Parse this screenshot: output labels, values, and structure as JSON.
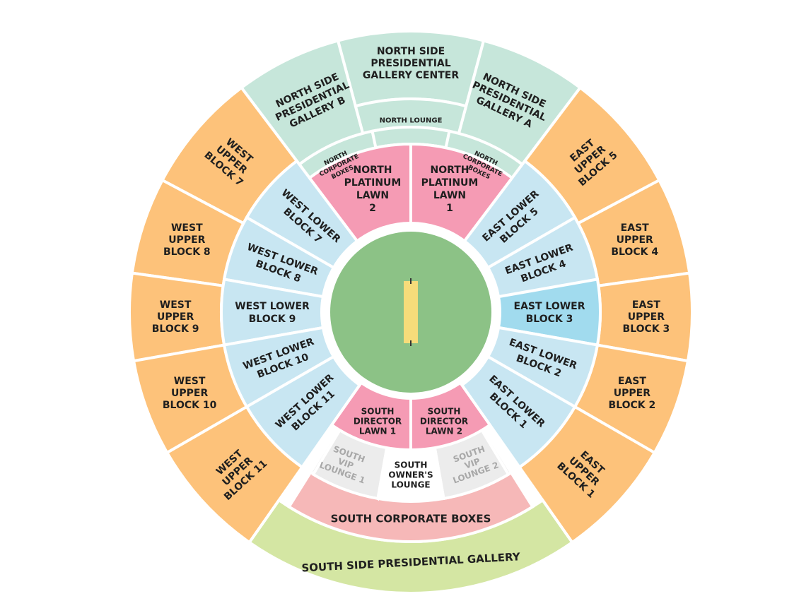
{
  "colors": {
    "upper": "#fdc27a",
    "lower": "#c8e6f2",
    "lower_highlight": "#a1dbee",
    "presidential": "#c6e6da",
    "corporate_north": "#c6e6da",
    "lounge_north": "#d4e6a3",
    "platinum": "#f59bb4",
    "director": "#f59bb4",
    "vip": "#ececec",
    "owners": "#ffffff",
    "south_corporate": "#f6b8b8",
    "south_presidential": "#d4e6a3",
    "field": "#8cc286",
    "pitch": "#f6dc7a"
  },
  "sections": {
    "north_gallery_center": [
      "NORTH SIDE",
      "PRESIDENTIAL",
      "GALLERY CENTER"
    ],
    "north_gallery_b": [
      "NORTH SIDE",
      "PRESIDENTIAL",
      "GALLERY B"
    ],
    "north_gallery_a": [
      "NORTH SIDE",
      "PRESIDENTIAL",
      "GALLERY A"
    ],
    "north_lounge": [
      "NORTH LOUNGE"
    ],
    "north_corporate_left": [
      "NORTH",
      "CORPORATE",
      "BOXES"
    ],
    "north_corporate_right": [
      "NORTH",
      "CORPORATE",
      "BOXES"
    ],
    "north_platinum_2": [
      "NORTH",
      "PLATINUM",
      "LAWN",
      "2"
    ],
    "north_platinum_1": [
      "NORTH",
      "PLATINUM",
      "LAWN",
      "1"
    ],
    "west_upper_7": [
      "WEST",
      "UPPER",
      "BLOCK 7"
    ],
    "west_upper_8": [
      "WEST",
      "UPPER",
      "BLOCK 8"
    ],
    "west_upper_9": [
      "WEST",
      "UPPER",
      "BLOCK 9"
    ],
    "west_upper_10": [
      "WEST",
      "UPPER",
      "BLOCK 10"
    ],
    "west_upper_11": [
      "WEST",
      "UPPER",
      "BLOCK 11"
    ],
    "west_lower_7": [
      "WEST LOWER",
      "BLOCK 7"
    ],
    "west_lower_8": [
      "WEST LOWER",
      "BLOCK 8"
    ],
    "west_lower_9": [
      "WEST LOWER",
      "BLOCK 9"
    ],
    "west_lower_10": [
      "WEST LOWER",
      "BLOCK 10"
    ],
    "west_lower_11": [
      "WEST LOWER",
      "BLOCK 11"
    ],
    "east_upper_5": [
      "EAST",
      "UPPER",
      "BLOCK 5"
    ],
    "east_upper_4": [
      "EAST",
      "UPPER",
      "BLOCK 4"
    ],
    "east_upper_3": [
      "EAST",
      "UPPER",
      "BLOCK 3"
    ],
    "east_upper_2": [
      "EAST",
      "UPPER",
      "BLOCK 2"
    ],
    "east_upper_1": [
      "EAST",
      "UPPER",
      "BLOCK 1"
    ],
    "east_lower_5": [
      "EAST LOWER",
      "BLOCK 5"
    ],
    "east_lower_4": [
      "EAST LOWER",
      "BLOCK 4"
    ],
    "east_lower_3": [
      "EAST LOWER",
      "BLOCK 3"
    ],
    "east_lower_2": [
      "EAST LOWER",
      "BLOCK 2"
    ],
    "east_lower_1": [
      "EAST LOWER",
      "BLOCK 1"
    ],
    "south_director_1": [
      "SOUTH",
      "DIRECTOR",
      "LAWN 1"
    ],
    "south_director_2": [
      "SOUTH",
      "DIRECTOR",
      "LAWN 2"
    ],
    "south_vip_1": [
      "SOUTH",
      "VIP",
      "LOUNGE 1"
    ],
    "south_vip_2": [
      "SOUTH",
      "VIP",
      "LOUNGE 2"
    ],
    "south_owners": [
      "SOUTH",
      "OWNER'S",
      "LOUNGE"
    ],
    "south_corporate": [
      "SOUTH CORPORATE BOXES"
    ],
    "south_presidential": [
      "SOUTH SIDE PRESIDENTIAL GALLERY"
    ]
  }
}
